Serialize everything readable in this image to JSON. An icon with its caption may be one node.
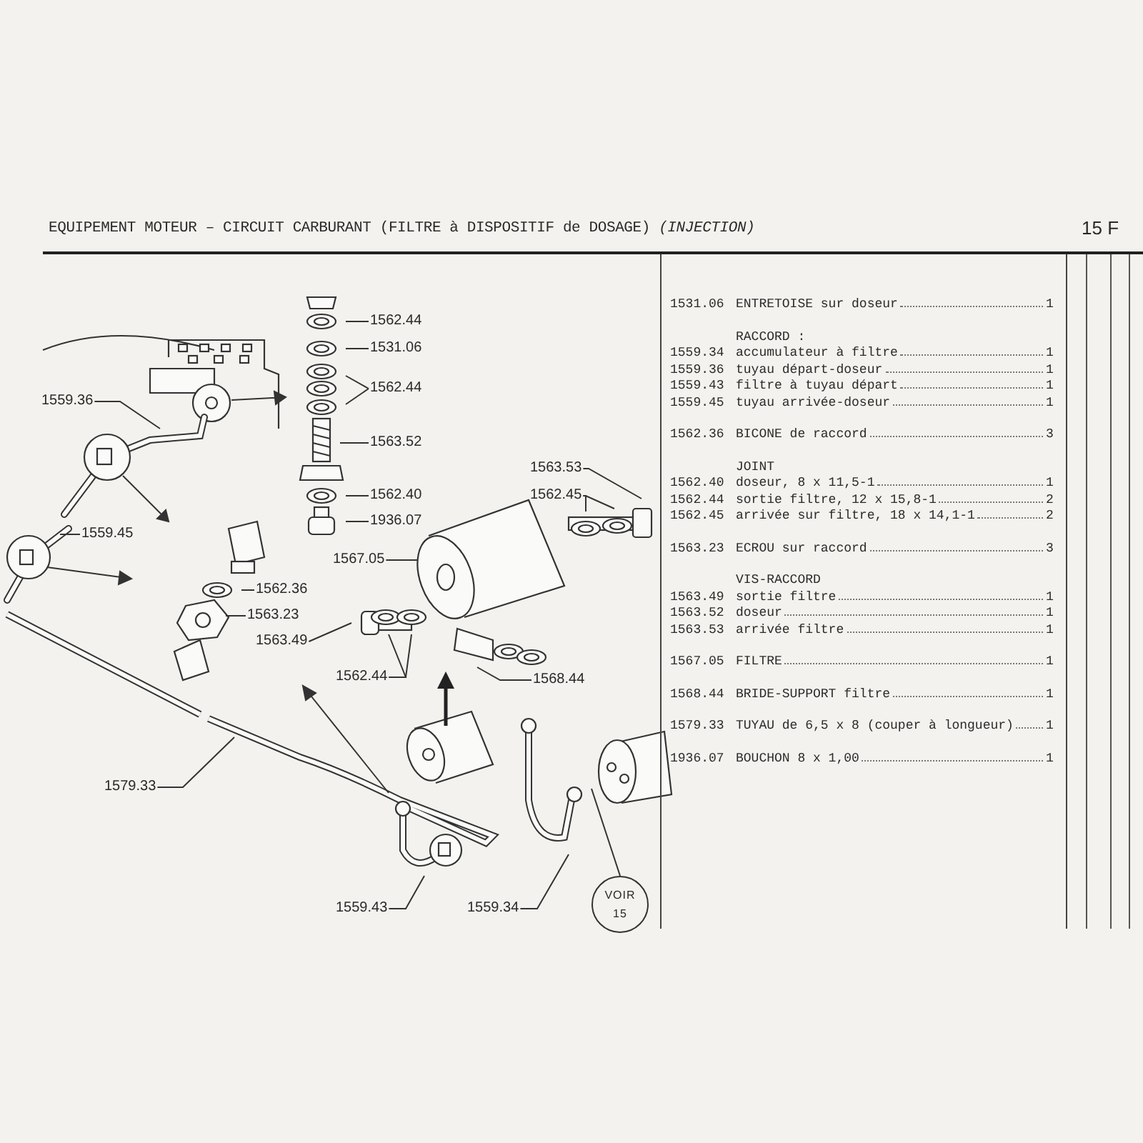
{
  "diagram": {
    "title": "EQUIPEMENT MOTEUR – CIRCUIT CARBURANT (FILTRE à DISPOSITIF de DOSAGE) *(INJECTION)*",
    "nodes": [
      {
        "text": [
          "1559.36"
        ]
      },
      {
        "text": [
          "1562.44"
        ]
      },
      {
        "text": [
          "1531.06"
        ]
      },
      {
        "text": [
          "1562.44"
        ]
      },
      {
        "text": [
          "1563.52"
        ]
      },
      {
        "text": [
          "1562.40"
        ]
      },
      {
        "text": [
          "1936.07"
        ]
      },
      {
        "text": [
          "1563.53"
        ]
      },
      {
        "text": [
          "1562.45"
        ]
      },
      {
        "text": [
          "1559.45"
        ]
      },
      {
        "text": [
          "1567.05"
        ]
      },
      {
        "text": [
          "1562.36"
        ]
      },
      {
        "text": [
          "1563.23"
        ]
      },
      {
        "text": [
          "1563.49"
        ]
      },
      {
        "text": [
          "1562.44"
        ]
      },
      {
        "text": [
          "1568.44"
        ]
      },
      {
        "text": [
          "1579.33"
        ]
      },
      {
        "text": [
          "1559.43"
        ]
      },
      {
        "text": [
          "1559.34"
        ]
      },
      {
        "text": [
          "VOIR 15"
        ]
      }
    ],
    "edges": [
      {
        "from": 0,
        "to": null,
        "arrow": "none"
      },
      {
        "from": 1,
        "to": null,
        "arrow": "none"
      },
      {
        "from": 2,
        "to": null,
        "arrow": "none"
      },
      {
        "from": 3,
        "to": null,
        "arrow": "none"
      },
      {
        "from": 3,
        "to": null,
        "arrow": "none"
      },
      {
        "from": 4,
        "to": null,
        "arrow": "none"
      },
      {
        "from": 5,
        "to": null,
        "arrow": "none"
      },
      {
        "from": 6,
        "to": null,
        "arrow": "none"
      },
      {
        "from": 7,
        "to": null,
        "arrow": "none"
      },
      {
        "from": 8,
        "to": null,
        "arrow": "none"
      },
      {
        "from": 8,
        "to": null,
        "arrow": "none"
      },
      {
        "from": 9,
        "to": null,
        "arrow": "none"
      },
      {
        "from": 10,
        "to": null,
        "arrow": "none"
      },
      {
        "from": 11,
        "to": null,
        "arrow": "none"
      },
      {
        "from": 12,
        "to": null,
        "arrow": "none"
      },
      {
        "from": 13,
        "to": null,
        "arrow": "none"
      },
      {
        "from": 14,
        "to": null,
        "arrow": "none"
      },
      {
        "from": 14,
        "to": null,
        "arrow": "none"
      },
      {
        "from": 15,
        "to": null,
        "arrow": "none"
      },
      {
        "from": 16,
        "to": null,
        "arrow": "none"
      },
      {
        "from": 17,
        "to": null,
        "arrow": "none"
      },
      {
        "from": 18,
        "to": null,
        "arrow": "none"
      },
      {
        "from": 19,
        "to": null,
        "arrow": "none"
      }
    ],
    "labels": [
      "15 F",
      "1531.06",
      "ENTRETOISE sur doseur",
      "1",
      "RACCORD :",
      "1559.34",
      "accumulateur à filtre",
      "1",
      "1559.36",
      "tuyau départ-doseur",
      "1",
      "1559.43",
      "filtre à tuyau départ",
      "1",
      "1559.45",
      "tuyau arrivée-doseur",
      "1",
      "1562.36",
      "BICONE de raccord",
      "3",
      "JOINT",
      "1562.40",
      "doseur, 8 x 11,5-1",
      "1",
      "1562.44",
      "sortie filtre, 12 x 15,8-1",
      "2",
      "1562.45",
      "arrivée sur filtre, 18 x 14,1-1",
      "2",
      "1563.23",
      "ECROU sur raccord",
      "3",
      "VIS-RACCORD",
      "1563.49",
      "sortie filtre",
      "1",
      "1563.52",
      "doseur",
      "1",
      "1563.53",
      "arrivée filtre",
      "1",
      "1567.05",
      "FILTRE",
      "1",
      "1568.44",
      "BRIDE-SUPPORT filtre",
      "1",
      "1579.33",
      "TUYAU de 6,5 x 8 (couper à longueur)",
      "1",
      "1936.07",
      "BOUCHON 8 x 1,00",
      "1"
    ]
  }
}
